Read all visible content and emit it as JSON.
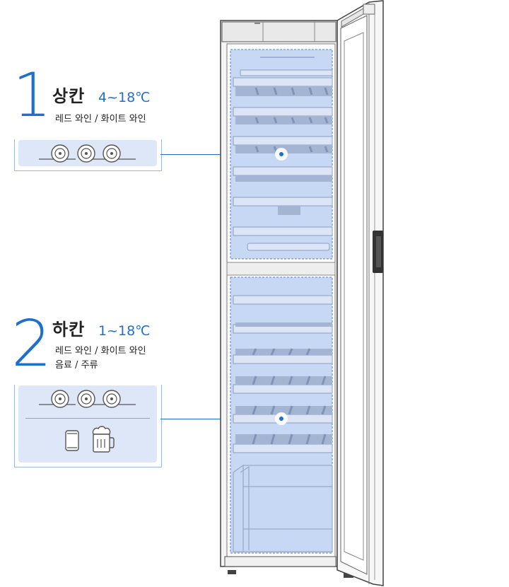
{
  "zones": [
    {
      "number": "1",
      "title": "상칸",
      "temp": "4~18℃",
      "desc": [
        "레드 와인 / 화이트 와인"
      ],
      "contents": [
        "wine-bottle-icon",
        "wine-bottle-icon",
        "wine-bottle-icon"
      ]
    },
    {
      "number": "2",
      "title": "하칸",
      "temp": "1~18℃",
      "desc": [
        "레드 와인 / 화이트 와인",
        "음료 / 주류"
      ],
      "contents": [
        "wine-bottle-icon",
        "wine-bottle-icon",
        "wine-bottle-icon",
        "can-icon",
        "beer-mug-icon"
      ]
    }
  ],
  "colors": {
    "accent": "#1f6fd1",
    "zone_fill": "#c7d8f4",
    "panel_fill": "#dde7f7"
  }
}
